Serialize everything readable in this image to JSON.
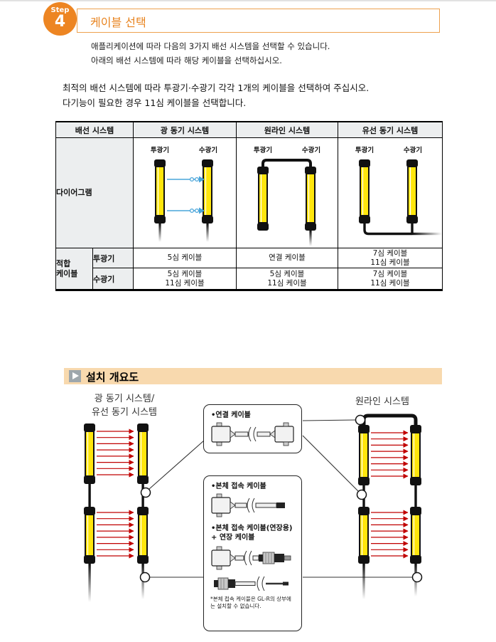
{
  "header": {
    "step_label": "Step",
    "step_number": "4",
    "title": "케이블 선택",
    "intro_line1": "애플리케이션에 따라 다음의 3가지 배선 시스템을 선택할 수 있습니다.",
    "intro_line2": "아래의 배선 시스템에 따라 해당 케이블을 선택하십시오.",
    "para_line1": "최적의 배선 시스템에 따라 투광기·수광기 각각 1개의 케이블을 선택하여 주십시오.",
    "para_line2": "다기능이 필요한 경우 11심 케이블을 선택합니다."
  },
  "table": {
    "headers": [
      "배선 시스템",
      "광 동기 시스템",
      "원라인 시스템",
      "유선 동기 시스템"
    ],
    "diagram_row_label": "다이어그램",
    "emitter_label": "투광기",
    "receiver_label": "수광기",
    "cable_group_label": "적합\n케이블",
    "rows": [
      {
        "label": "투광기",
        "cells": [
          "5심 케이블",
          "연결 케이블",
          "7심 케이블\n11심 케이블"
        ]
      },
      {
        "label": "수광기",
        "cells": [
          "5심 케이블\n11심 케이블",
          "5심 케이블\n11심 케이블",
          "7심 케이블\n11심 케이블"
        ]
      }
    ]
  },
  "overview": {
    "title": "설치 개요도",
    "left_label_line1": "광 동기 시스템/",
    "left_label_line2": "유선 동기 시스템",
    "right_label": "원라인 시스템",
    "box1_label": "•연결 케이블",
    "box2_label1": "•본체 접속 케이블",
    "box2_label2": "•본체 접속 케이블(연장용)\n + 연장 케이블",
    "footnote": "*본체 접속 케이블은 GL-R의 상부에는 설치할 수 없습니다."
  },
  "colors": {
    "accent_orange": "#ED8522",
    "section_bg": "#F8D9AE",
    "sensor_yellow": "#FFE60C",
    "beam_red": "#C00000",
    "beam_blue": "#49A5DA"
  }
}
